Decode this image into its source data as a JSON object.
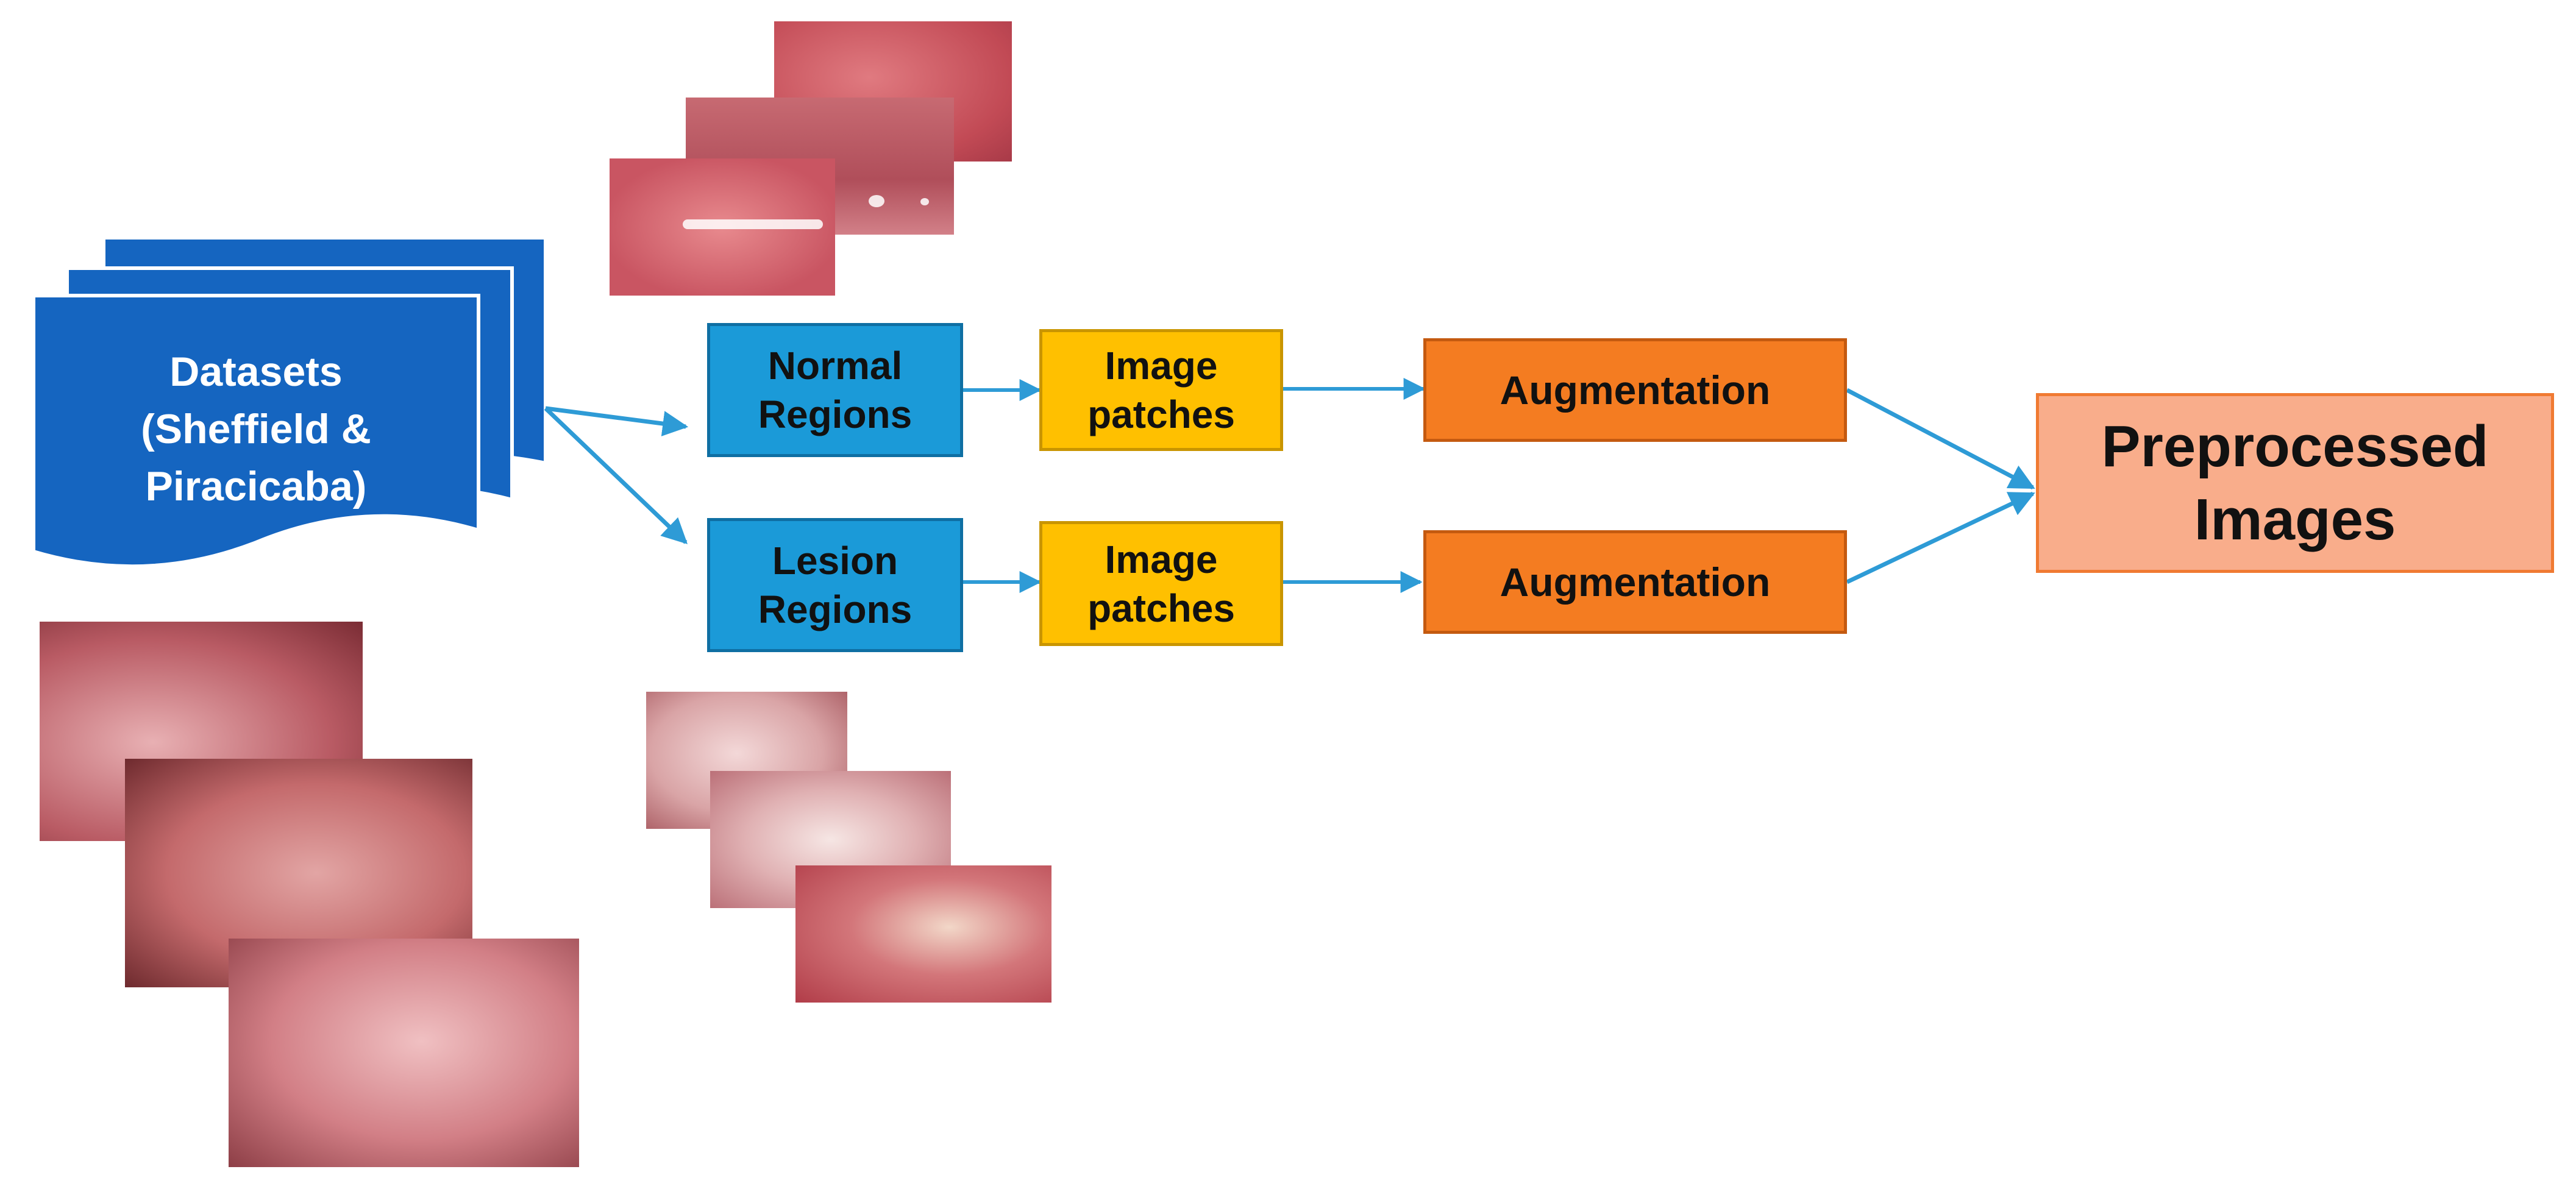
{
  "diagram": {
    "dataset_label": [
      "Datasets",
      "(Sheffield &",
      "Piracicaba)"
    ],
    "normal_regions": [
      "Normal",
      "Regions"
    ],
    "lesion_regions": [
      "Lesion",
      "Regions"
    ],
    "image_patches_top": [
      "Image",
      "patches"
    ],
    "image_patches_bottom": [
      "Image",
      "patches"
    ],
    "augmentation_top": "Augmentation",
    "augmentation_bottom": "Augmentation",
    "preprocessed_images": [
      "Preprocessed",
      "Images"
    ]
  },
  "colors": {
    "dataset_blue": "#1565c0",
    "region_blue": "#1b9ad8",
    "patch_yellow": "#ffc000",
    "augmentation_orange": "#f47c21",
    "preprocessed_salmon": "#f9ad8b",
    "arrow_blue": "#2e9bd6"
  }
}
